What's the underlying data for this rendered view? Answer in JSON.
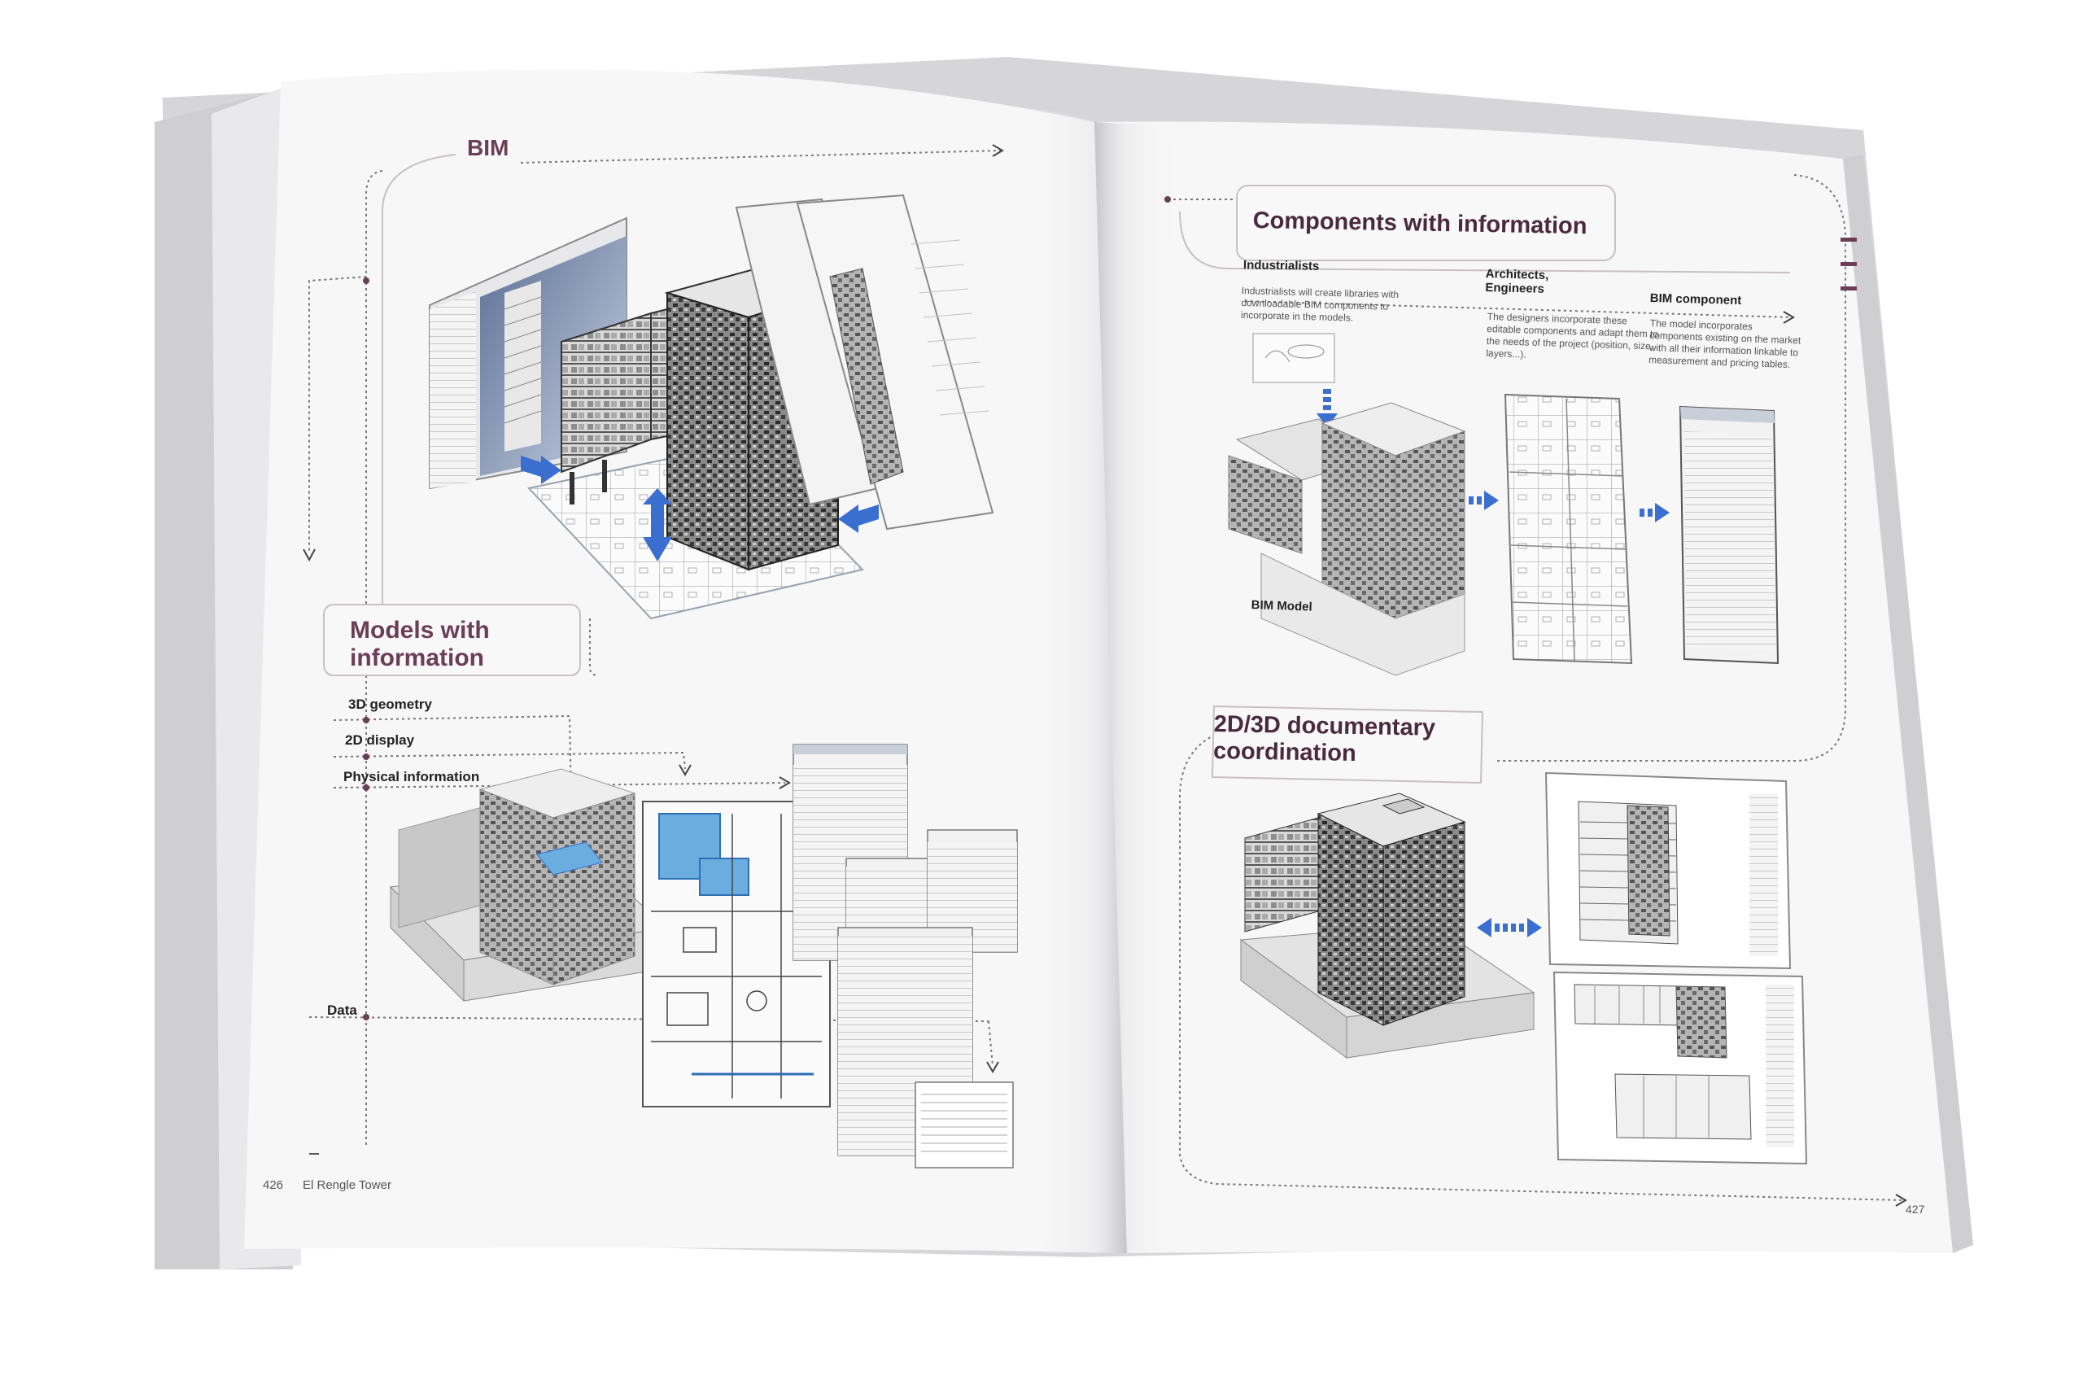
{
  "left_page": {
    "section_bim": "BIM",
    "section_models": {
      "line1": "Models with",
      "line2": "information"
    },
    "item_3d": "3D geometry",
    "item_2d": "2D display",
    "item_physical": "Physical information",
    "item_data": "Data",
    "folio": "426",
    "running_title": "El Rengle Tower"
  },
  "right_page": {
    "section_components": "Components with information",
    "col1_title": "Industrialists",
    "col1_text": "Industrialists will create libraries with downloadable BIM components to incorporate in the models.",
    "col2_title_line1": "Architects,",
    "col2_title_line2": "Engineers",
    "col2_text": "The designers incorporate these editable components and adapt them to the needs of the project (position, size, layers...).",
    "col3_title": "BIM component",
    "col3_text": "The model incorporates components existing on the market with all their information linkable to measurement and pricing tables.",
    "bim_model_label": "BIM Model",
    "section_2d3d": {
      "line1": "2D/3D documentary",
      "line2": "coordination"
    },
    "folio": "427"
  },
  "colors": {
    "heading": "#6b3e55",
    "arrow_blue": "#3a6fd0",
    "highlight_blue": "#6aaee0",
    "page": "#f7f7f8"
  }
}
